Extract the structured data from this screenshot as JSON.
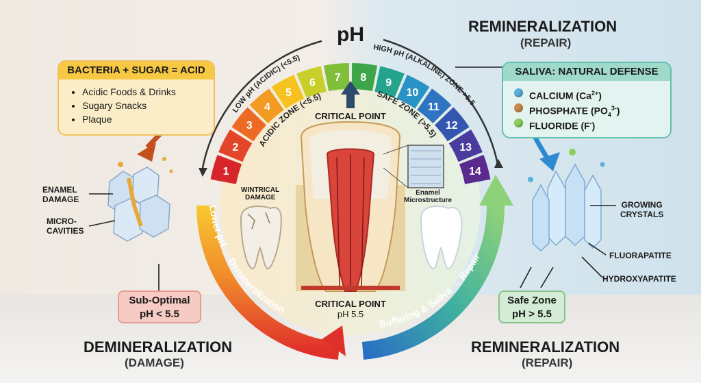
{
  "titles": {
    "ph": "pH",
    "remin_top": "REMINERALIZATION",
    "remin_top_sub": "(REPAIR)",
    "demin_bottom": "DEMINERALIZATION",
    "demin_bottom_sub": "(DAMAGE)",
    "remin_bottom": "REMINERALIZATION",
    "remin_bottom_sub": "(REPAIR)"
  },
  "acid_box": {
    "title": "BACTERIA + SUGAR = ACID",
    "items": [
      "Acidic Foods & Drinks",
      "Sugary Snacks",
      "Plaque"
    ]
  },
  "saliva_box": {
    "title": "SALIVA: NATURAL DEFENSE",
    "items": [
      {
        "name": "CALCIUM (Ca",
        "sup": "2+",
        "sub": "",
        "end": ")",
        "color": "#5aaee0"
      },
      {
        "name": "PHOSPHATE (PO",
        "sub": "4",
        "sup": "3-",
        "end": ")",
        "color": "#c98a4a"
      },
      {
        "name": "FLUORIDE (F",
        "sup": "-",
        "sub": "",
        "end": ")",
        "color": "#8bcf5a"
      }
    ]
  },
  "ph_scale": {
    "values": [
      "1",
      "2",
      "3",
      "4",
      "5",
      "6",
      "7",
      "8",
      "9",
      "10",
      "11",
      "12",
      "13",
      "14"
    ],
    "colors": [
      "#d7262b",
      "#e2452a",
      "#ec6a25",
      "#f39a23",
      "#f6c21f",
      "#c8cf2a",
      "#7fbf3a",
      "#3ea54a",
      "#24a38d",
      "#2a93c5",
      "#2f74c1",
      "#3556b0",
      "#4a3c9e",
      "#5b2a8f"
    ],
    "low_label": "LOW pH (ACIDIC) (<5.5)",
    "high_label": "HIGH pH (ALKALINE) ZONE >5.5",
    "acidic_zone": "ACIDIC ZONE (<5.5)",
    "safe_zone": "SAFE ZONE (>5.5)"
  },
  "center": {
    "critical_top": "CRITICAL POINT",
    "critical_bottom": "CRITICAL POINT",
    "critical_bottom_ph": "pH 5.5",
    "damage_label_1": "WINTRICAL",
    "damage_label_2": "DAMAGE",
    "micro_label_1": "Enamel",
    "micro_label_2": "Microstructure"
  },
  "arcs": {
    "left": "Lower pH → Demineralization",
    "right": "Buffering & Saliva → Repair"
  },
  "left_side": {
    "enamel_1": "ENAMEL",
    "enamel_2": "DAMAGE",
    "micro_1": "MICRO-",
    "micro_2": "CAVITIES",
    "sub_1": "Sub-Optimal",
    "sub_2": "pH < 5.5"
  },
  "right_side": {
    "growing_1": "GROWING",
    "growing_2": "CRYSTALS",
    "fluor": "FLUORAPATITE",
    "hydroxy": "HYDROXYAPATITE",
    "safe_1": "Safe Zone",
    "safe_2": "pH > 5.5"
  }
}
